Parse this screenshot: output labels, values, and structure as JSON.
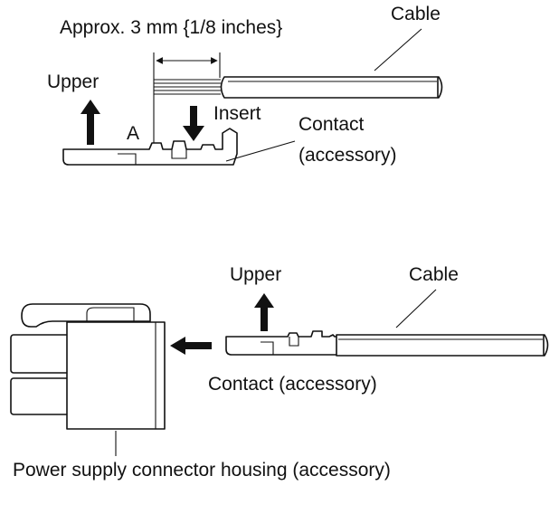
{
  "figure_top": {
    "strip_length_label": "Approx. 3 mm {1/8 inches}",
    "cable_label": "Cable",
    "upper_label": "Upper",
    "point_label": "A",
    "insert_label": "Insert",
    "contact_label_line1": "Contact",
    "contact_label_line2": "(accessory)"
  },
  "figure_bottom": {
    "upper_label": "Upper",
    "cable_label": "Cable",
    "contact_label": "Contact (accessory)",
    "housing_label": "Power supply connector housing (accessory)"
  }
}
